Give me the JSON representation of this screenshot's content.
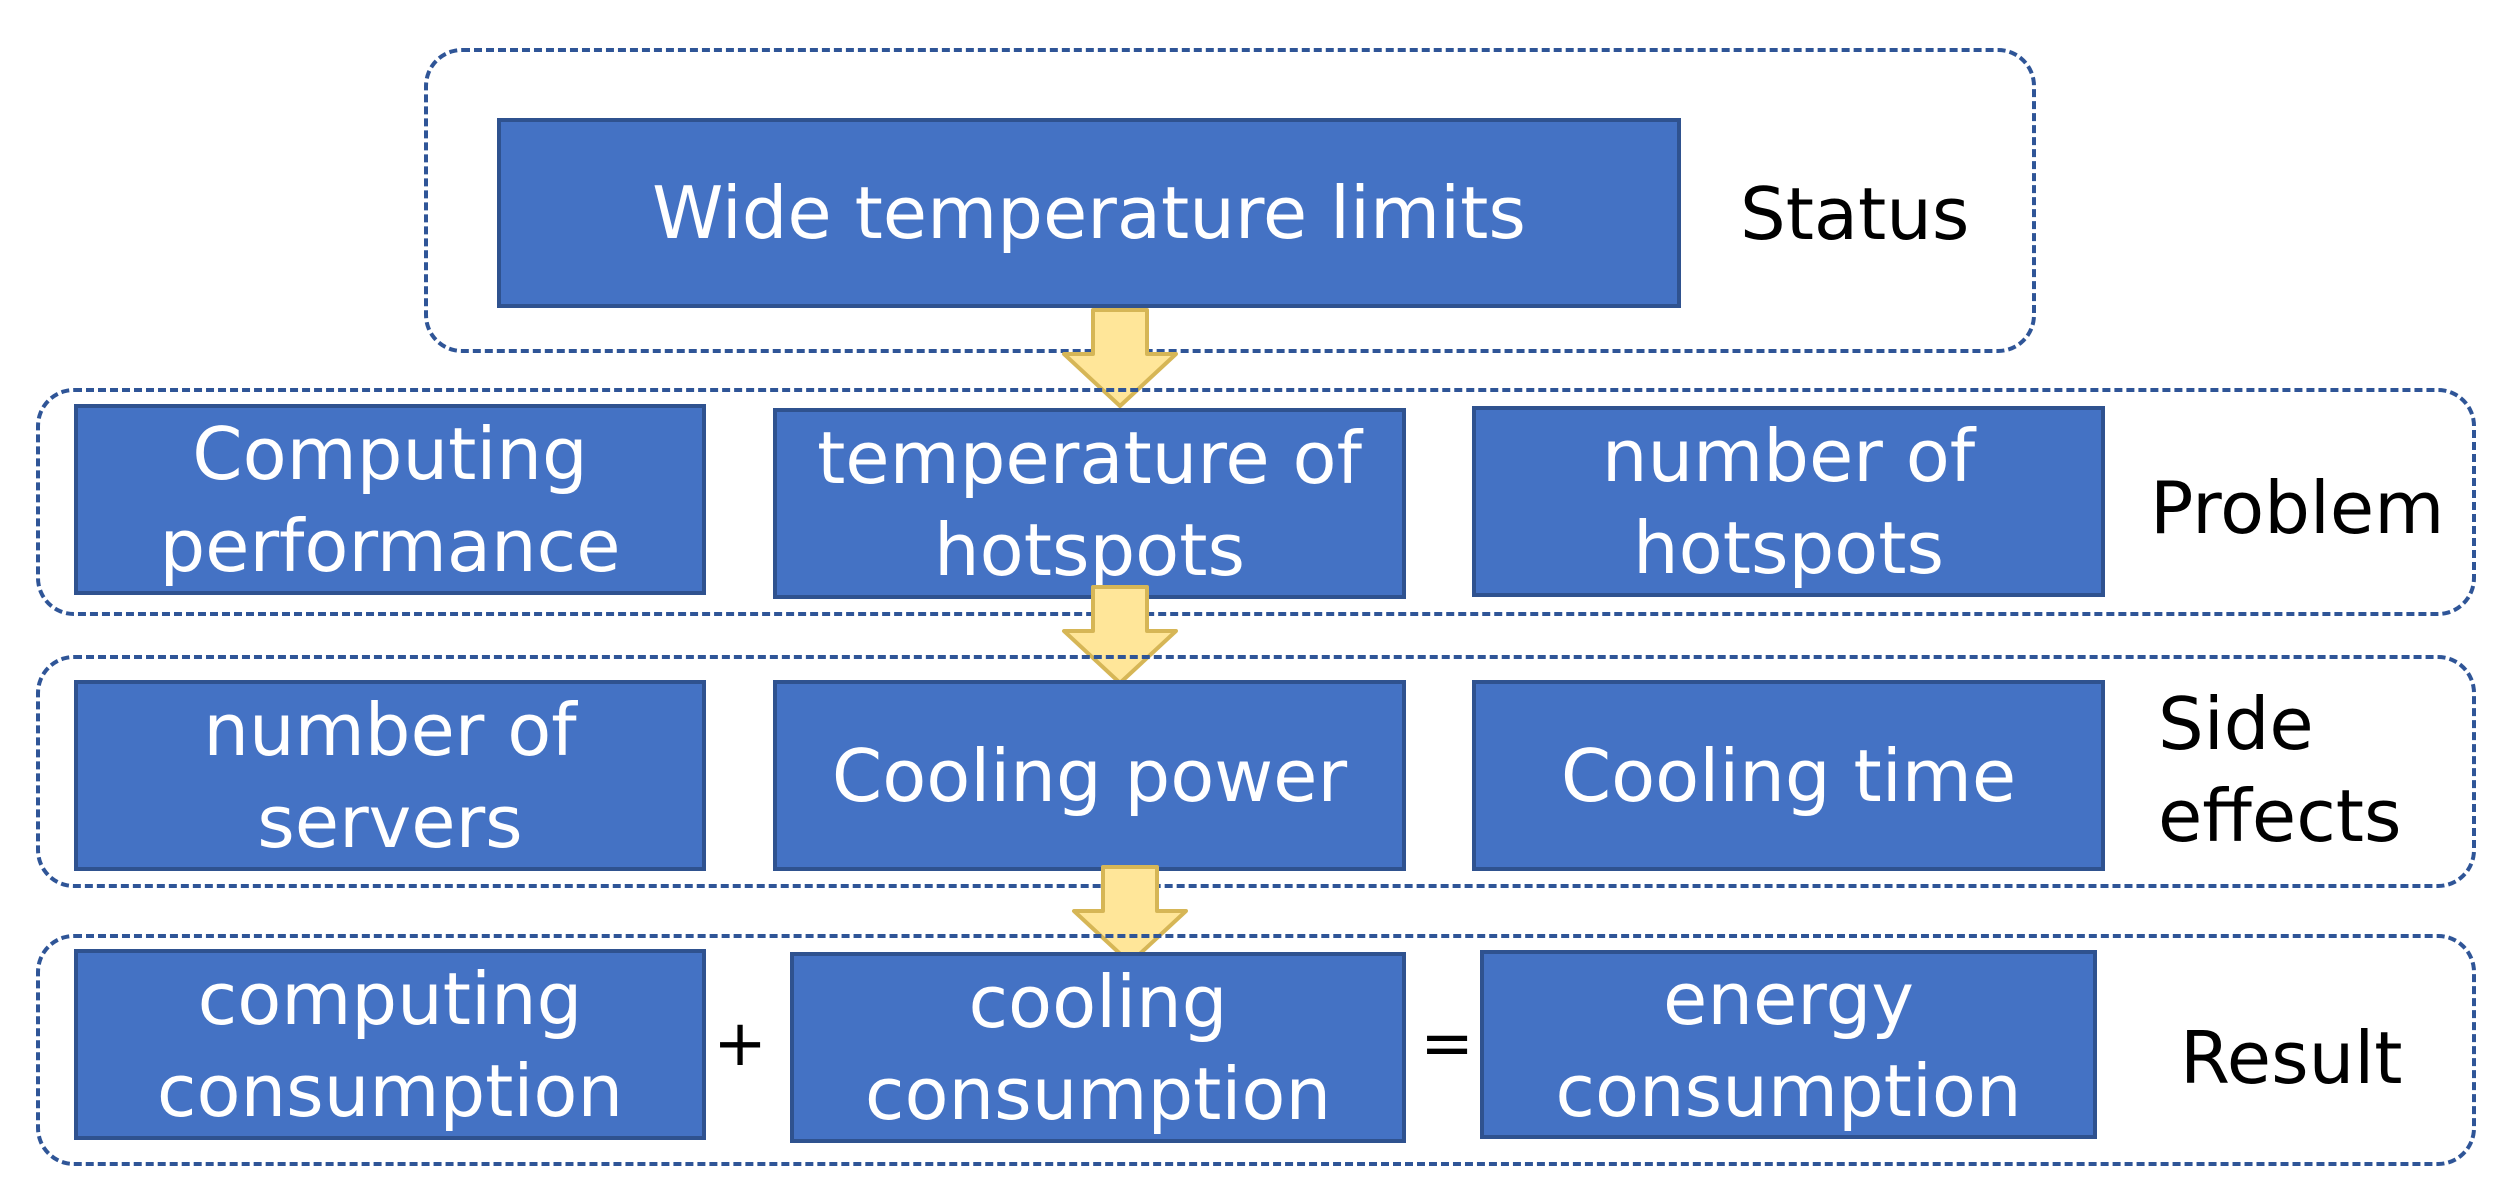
{
  "colors": {
    "box_fill": "#4472c4",
    "box_border": "#2f528f",
    "group_border": "#2f5597",
    "arrow_fill": "#ffe699",
    "arrow_border": "#d6b656"
  },
  "rows": {
    "status": {
      "label": "Status",
      "boxes": [
        "Wide temperature limits"
      ]
    },
    "problem": {
      "label": "Problem",
      "boxes": [
        "Computing\nperformance",
        "temperature of\nhotspots",
        "number of\nhotspots"
      ]
    },
    "side_effects": {
      "label": "Side\neffects",
      "boxes": [
        "number of\nservers",
        "Cooling power",
        "Cooling time"
      ]
    },
    "result": {
      "label": "Result",
      "boxes": [
        "computing\nconsumption",
        "cooling\nconsumption",
        "energy\nconsumption"
      ],
      "operators": [
        "+",
        "="
      ]
    }
  }
}
